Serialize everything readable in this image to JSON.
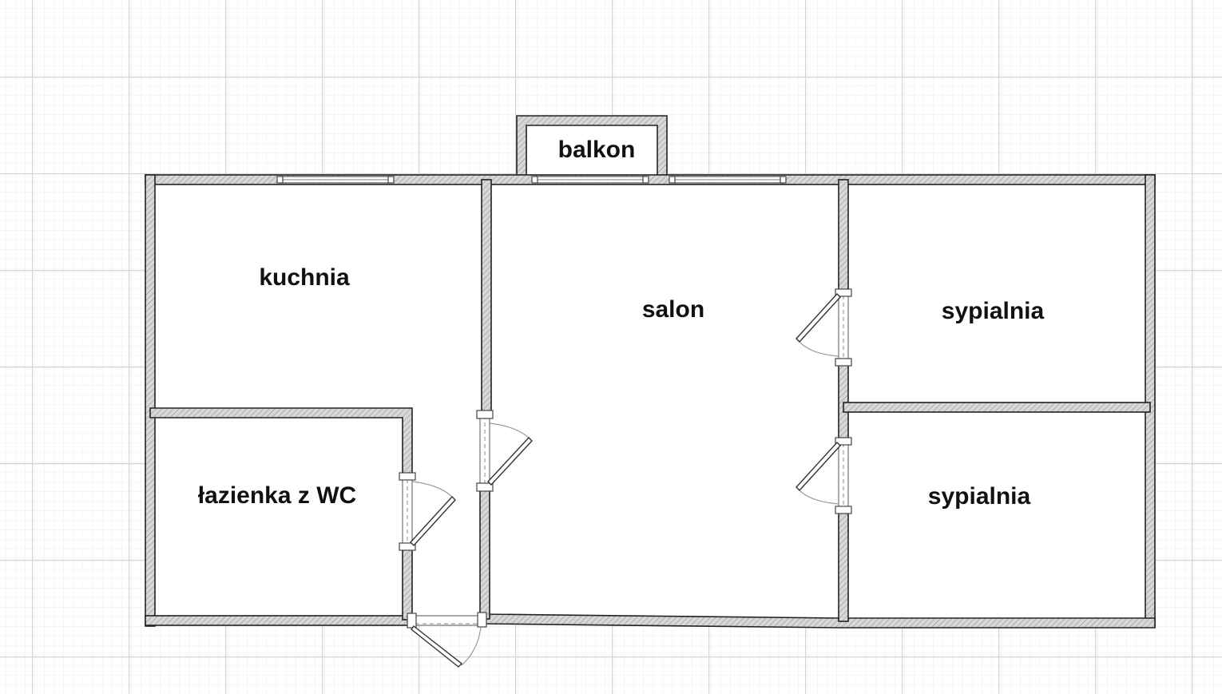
{
  "title": "Floor plan",
  "rooms": {
    "balcony": "balkon",
    "kitchen": "kuchnia",
    "living_room": "salon",
    "bedroom_1": "sypialnia",
    "bedroom_2": "sypialnia",
    "bathroom": "łazienka z WC"
  },
  "colors": {
    "wall": "#222222",
    "grid_minor": "#eeeeee",
    "grid_major": "#d8d8d8"
  }
}
